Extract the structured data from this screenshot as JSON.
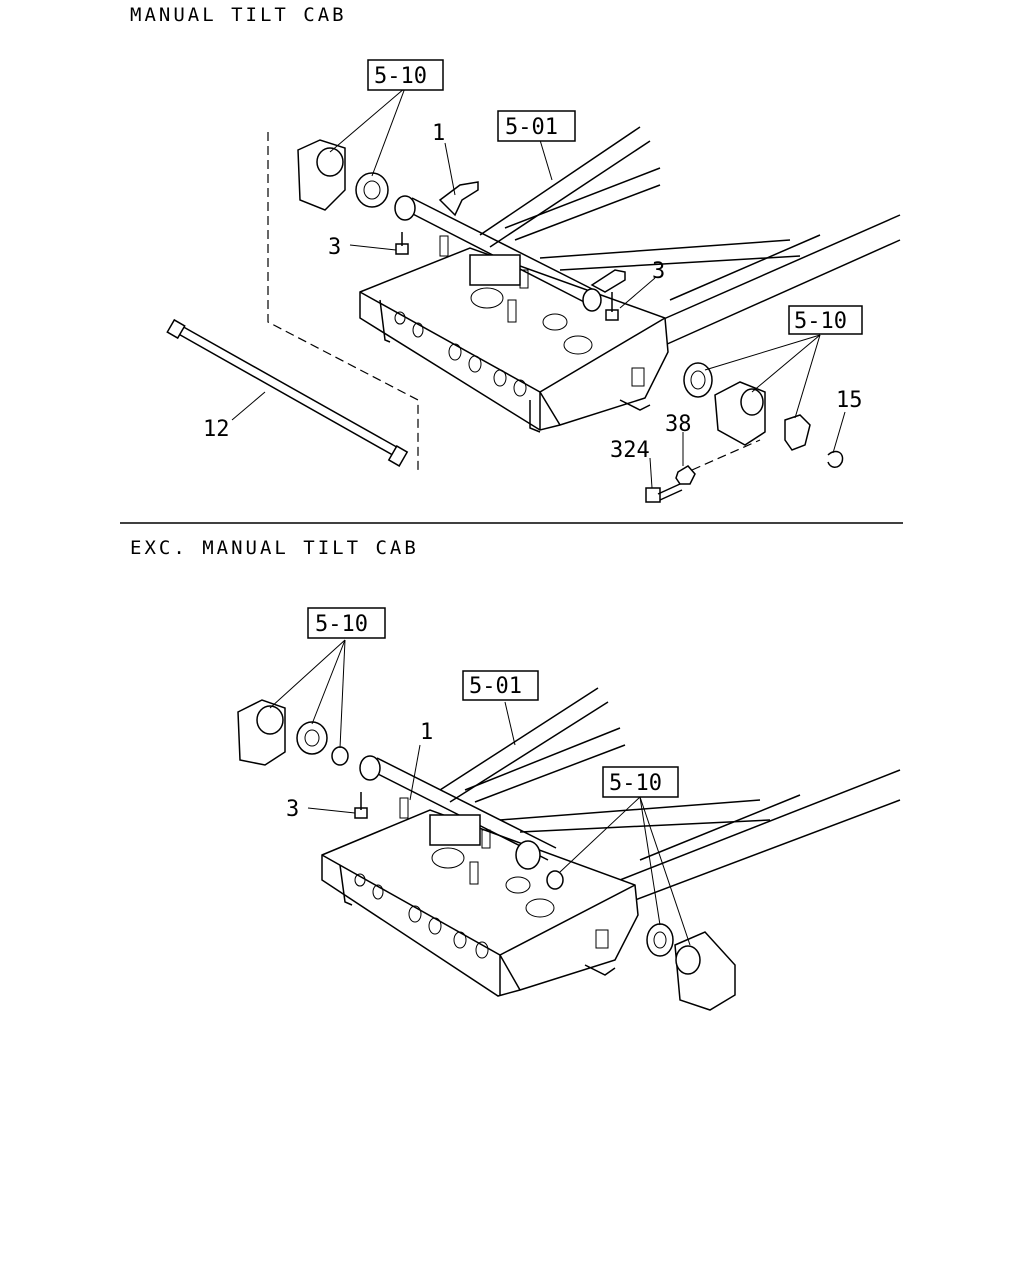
{
  "sections": [
    {
      "title": "MANUAL TILT CAB",
      "refs": [
        "5-10",
        "5-01",
        "5-10"
      ],
      "callouts": [
        "1",
        "3",
        "3",
        "12",
        "324",
        "38",
        "15"
      ]
    },
    {
      "title": "EXC. MANUAL TILT CAB",
      "refs": [
        "5-10",
        "5-01",
        "5-10"
      ],
      "callouts": [
        "1",
        "3"
      ]
    }
  ]
}
